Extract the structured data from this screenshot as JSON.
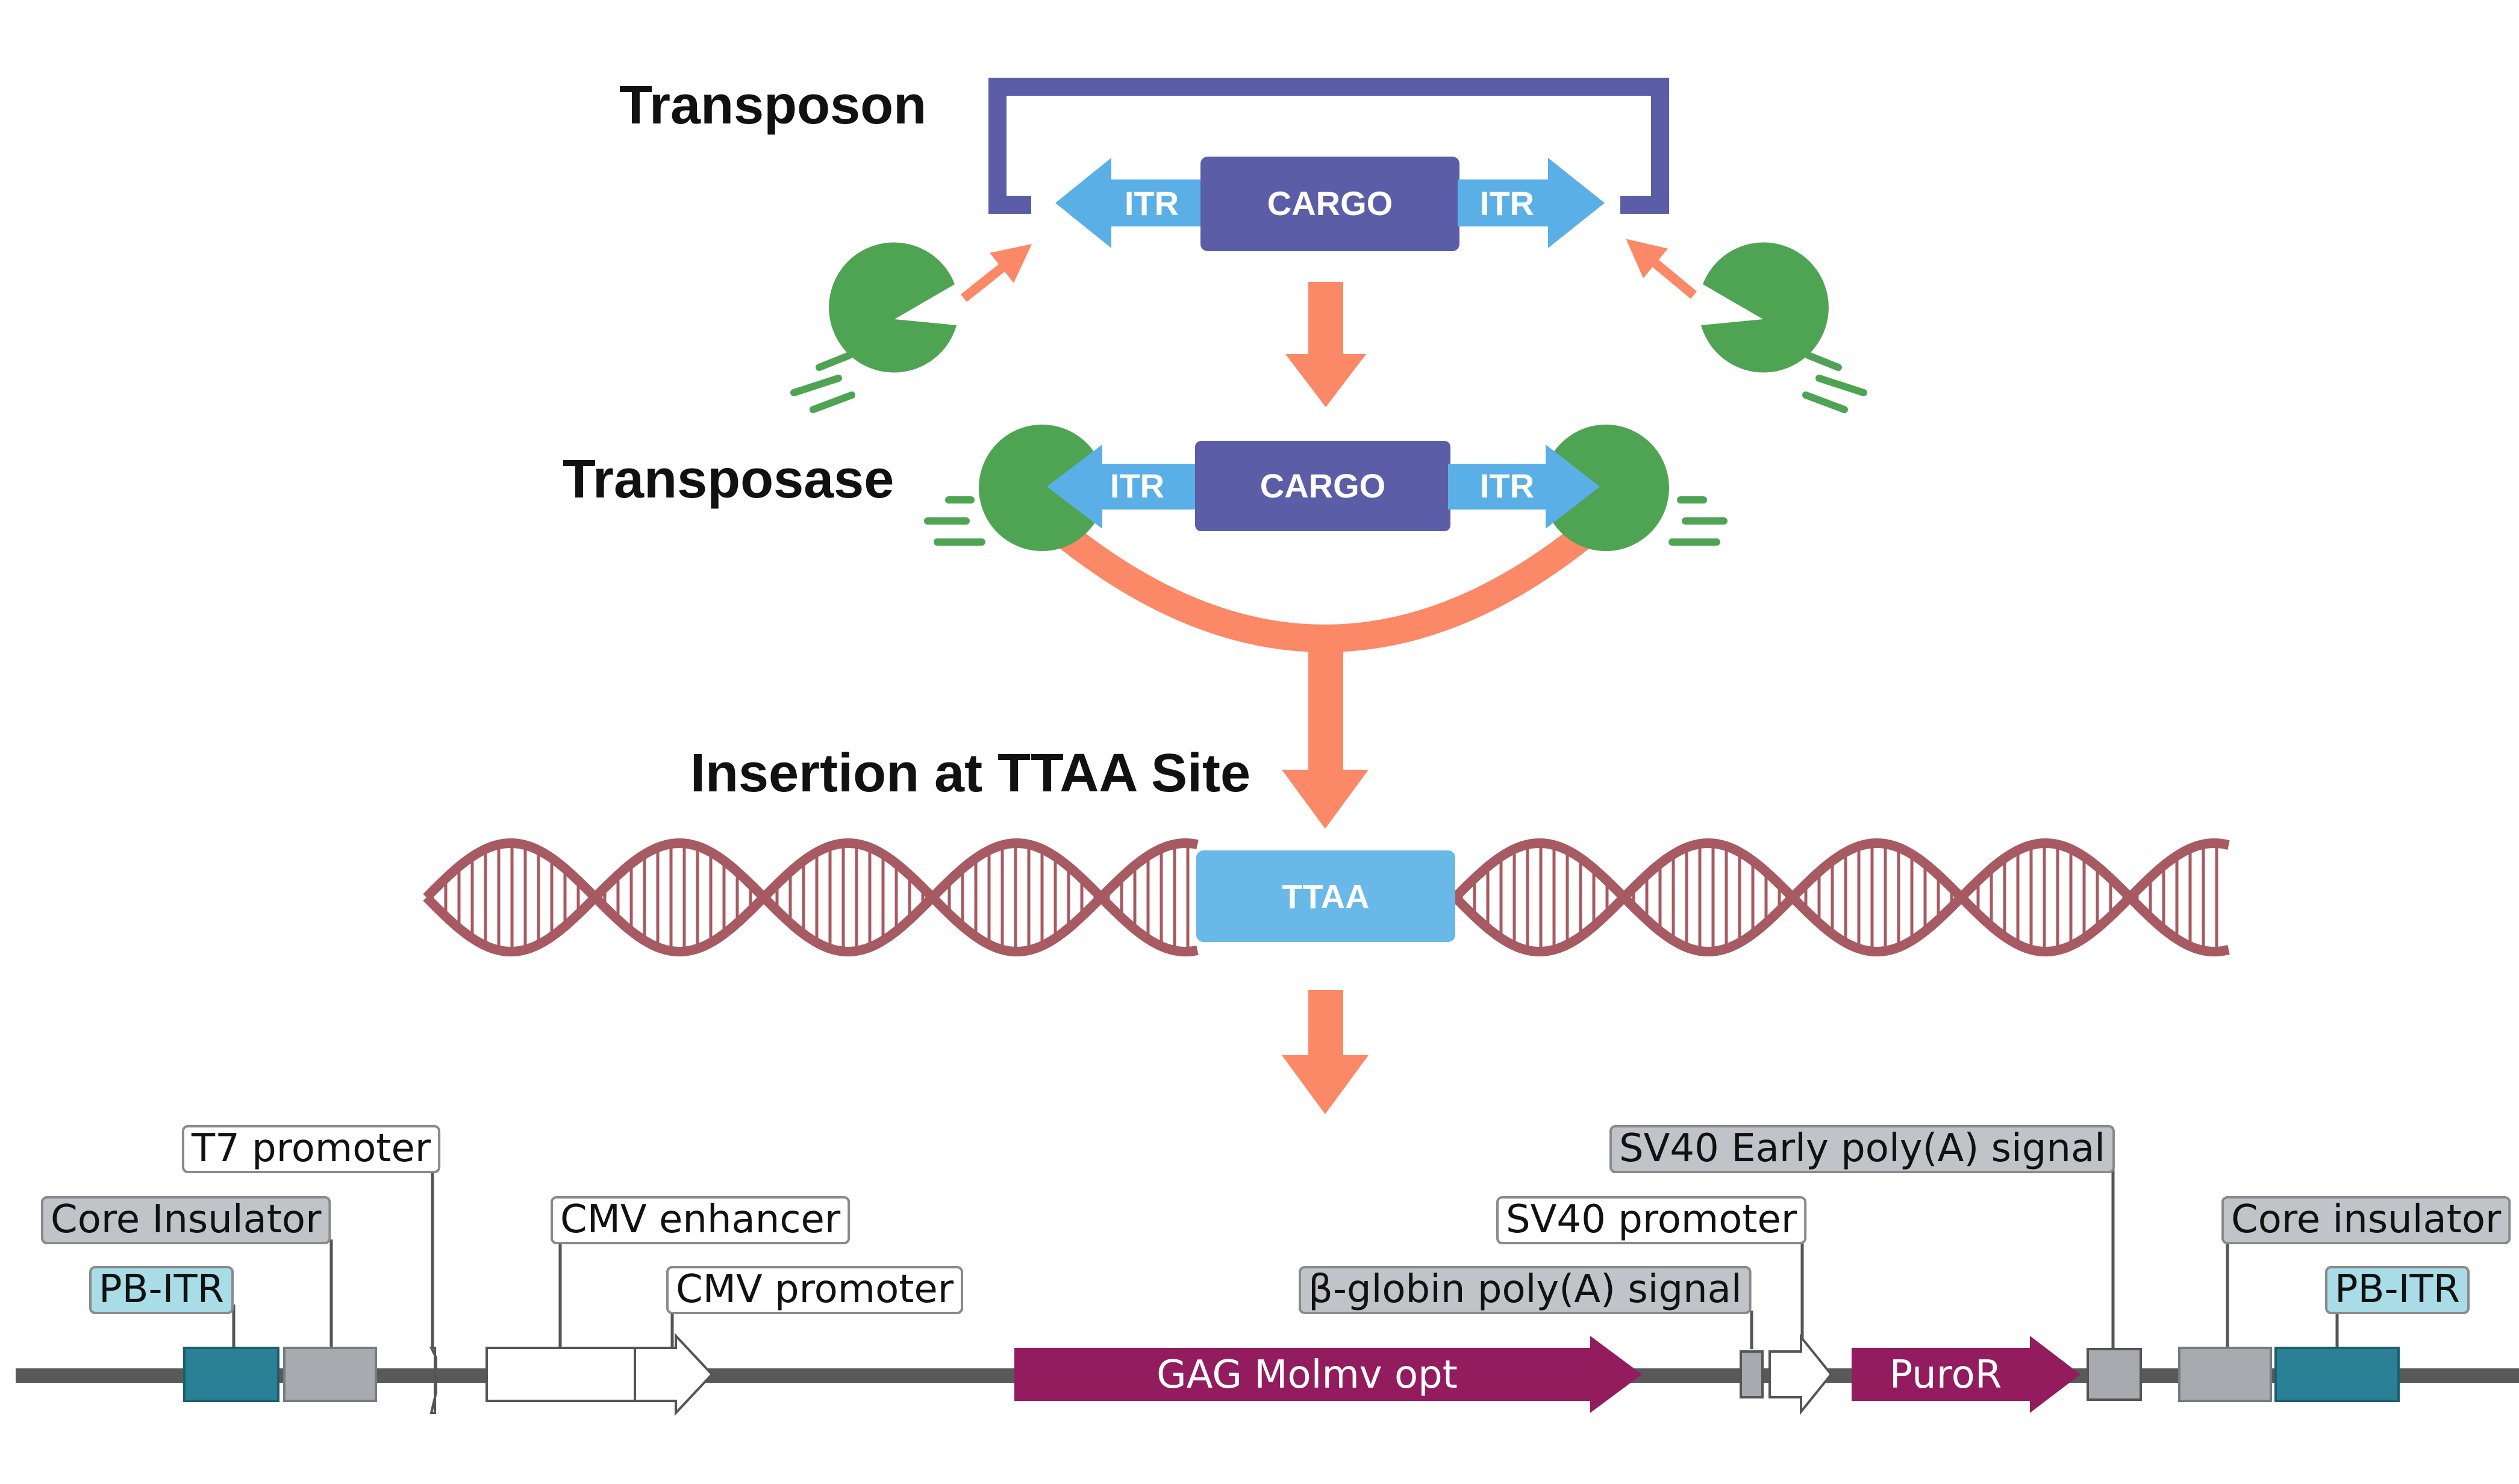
{
  "diagram": {
    "titles": {
      "transposon": "Transposon",
      "transposase": "Transposase",
      "insertion": "Insertion at TTAA Site"
    },
    "boxes": {
      "cargo": "CARGO",
      "itr": "ITR",
      "ttaa": "TTAA"
    },
    "colors": {
      "loop": "#5b5ea6",
      "cargo": "#5b5ea6",
      "itr": "#5ab0e6",
      "enzyme": "#4fa454",
      "arrow": "#fb8866",
      "dna": "#a85a62",
      "ttaa": "#68b8e8"
    }
  },
  "map": {
    "labels": {
      "t7_promoter": "T7 promoter",
      "core_insulator_left": "Core Insulator",
      "pb_itr_left": "PB-ITR",
      "cmv_enhancer": "CMV enhancer",
      "cmv_promoter": "CMV promoter",
      "sv40_early_polya": "SV40 Early poly(A) signal",
      "sv40_promoter": "SV40 promoter",
      "beta_globin_polya": "β-globin poly(A) signal",
      "core_insulator_right": "Core insulator",
      "pb_itr_right": "PB-ITR"
    },
    "features": {
      "gag": "GAG Molmv opt",
      "puror": "PuroR"
    },
    "colors": {
      "backbone": "#595959",
      "itr_block": "#2a8095",
      "insulator": "#a7aaae",
      "cds": "#921c5e",
      "itr_label_bg": "#a8dde8",
      "grey_label_bg": "#c0c3c7",
      "white_label_bg": "#ffffff"
    }
  }
}
